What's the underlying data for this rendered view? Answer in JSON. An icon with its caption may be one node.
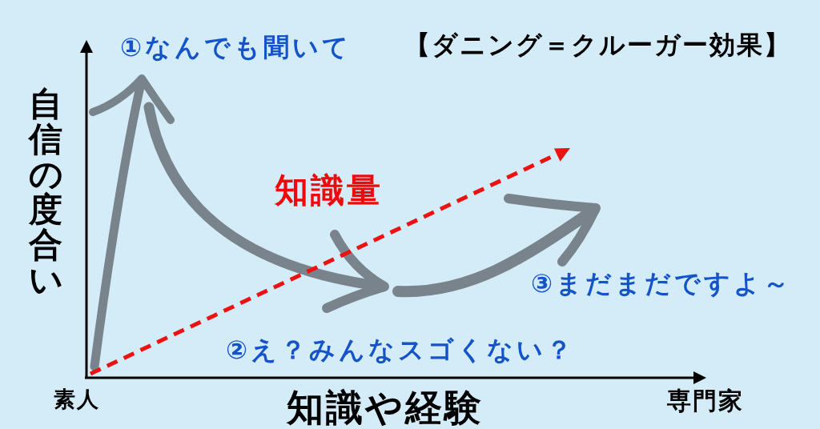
{
  "diagram": {
    "title": "【ダニング＝クルーガー効果】",
    "labels": [
      "①なんでも聞いて",
      "自信の度合い",
      "知識量",
      "③まだまだですよ～",
      "②え？みんなスゴくない？",
      "素人",
      "知識や経験",
      "専門家"
    ]
  }
}
